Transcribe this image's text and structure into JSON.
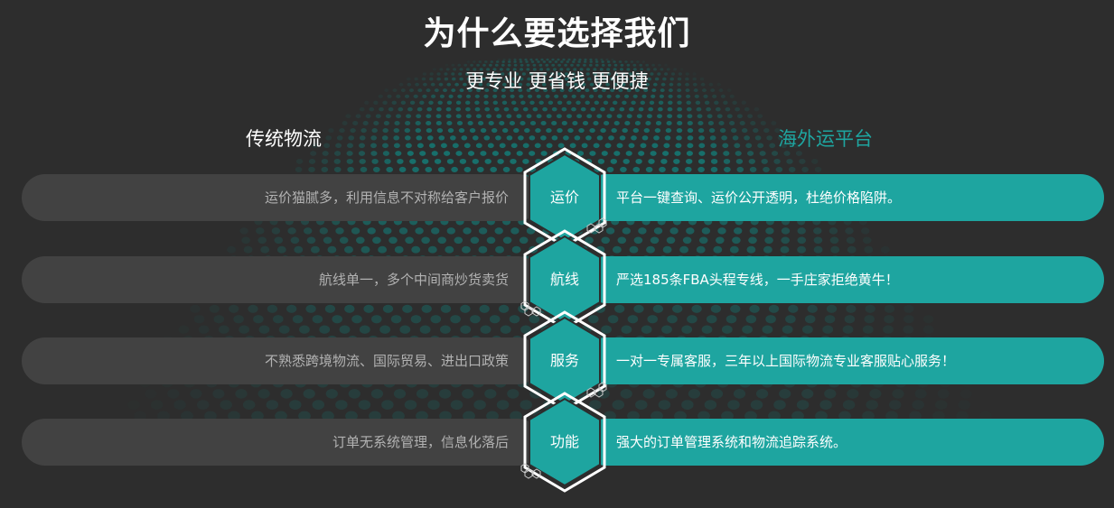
{
  "header": {
    "title": "为什么要选择我们",
    "subtitle": "更专业 更省钱 更便捷"
  },
  "columns": {
    "left_title": "传统物流",
    "right_title": "海外运平台"
  },
  "colors": {
    "background": "#2d2d2d",
    "accent": "#1ea5a0",
    "left_pill": "#424242",
    "left_text": "#b2b2b2",
    "dots": "#17706c"
  },
  "rows": [
    {
      "label": "运价",
      "traditional": "运价猫腻多，利用信息不对称给客户报价",
      "platform": "平台一键查询、运价公开透明，杜绝价格陷阱。"
    },
    {
      "label": "航线",
      "traditional": "航线单一，多个中间商炒货卖货",
      "platform": "严选185条FBA头程专线，一手庄家拒绝黄牛！"
    },
    {
      "label": "服务",
      "traditional": "不熟悉跨境物流、国际贸易、进出口政策",
      "platform": "一对一专属客服，三年以上国际物流专业客服贴心服务！"
    },
    {
      "label": "功能",
      "traditional": "订单无系统管理，信息化落后",
      "platform": "强大的订单管理系统和物流追踪系统。"
    }
  ]
}
